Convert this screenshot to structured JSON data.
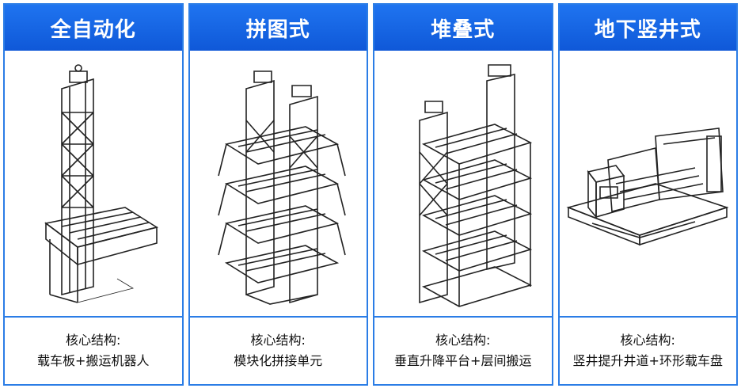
{
  "panels": [
    {
      "title": "全自动化",
      "caption_label": "核心结构:",
      "caption_value": "载车板+搬运机器人",
      "icon": "automated-parking-illustration"
    },
    {
      "title": "拼图式",
      "caption_label": "核心结构:",
      "caption_value": "模块化拼接单元",
      "icon": "puzzle-parking-illustration"
    },
    {
      "title": "堆叠式",
      "caption_label": "核心结构:",
      "caption_value": "垂直升降平台+层间搬运",
      "icon": "stacked-parking-illustration"
    },
    {
      "title": "地下竖井式",
      "caption_label": "核心结构:",
      "caption_value": "竖井提升井道+环形载车盘",
      "icon": "underground-shaft-illustration"
    }
  ],
  "colors": {
    "header": "#1565e0",
    "border": "#2b7de6",
    "line": "#222222"
  }
}
